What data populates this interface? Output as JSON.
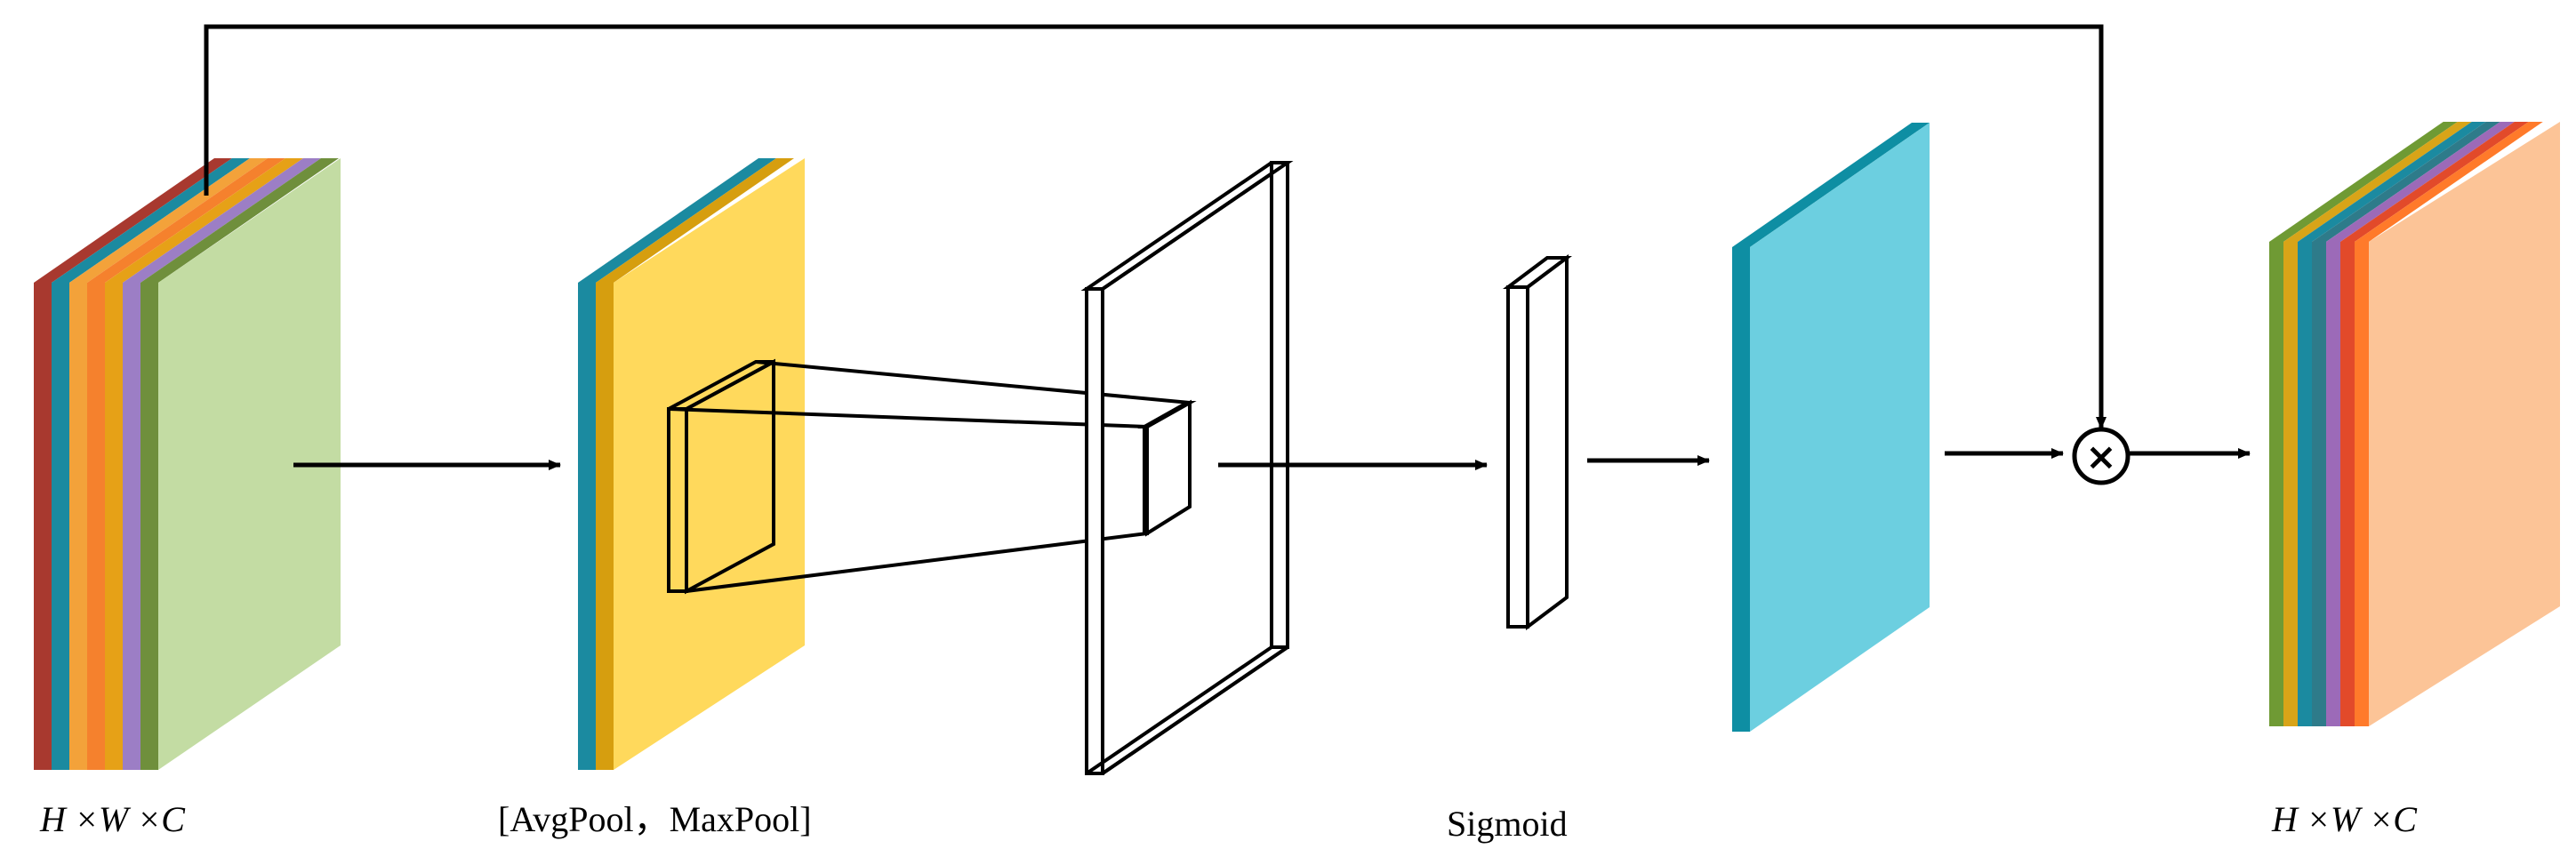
{
  "diagram": {
    "labels": {
      "input_dims": "H ×W ×C",
      "pooling": "[AvgPool，MaxPool]",
      "activation": "Sigmoid",
      "output_dims": "H ×W ×C"
    },
    "operator_symbol": "×",
    "colors": {
      "input_front": "#c3dca3",
      "input_layers": [
        "#a8392f",
        "#1b8aa0",
        "#f3a23a",
        "#f5812d",
        "#e6a117",
        "#9c7ec5",
        "#6f8f3c"
      ],
      "pooled_front": "#ffd95c",
      "pooled_layers": [
        "#1b8aa0",
        "#d69e0f"
      ],
      "attention_front": "#6ccfe0",
      "attention_side": "#0e8ea3",
      "output_front": "#fcc497",
      "output_layers": [
        "#6f9a34",
        "#d8a418",
        "#1b8aa0",
        "#2e7b8a",
        "#9c6ab8",
        "#e24a2a",
        "#ff7a2a"
      ],
      "stroke": "#000000"
    }
  }
}
